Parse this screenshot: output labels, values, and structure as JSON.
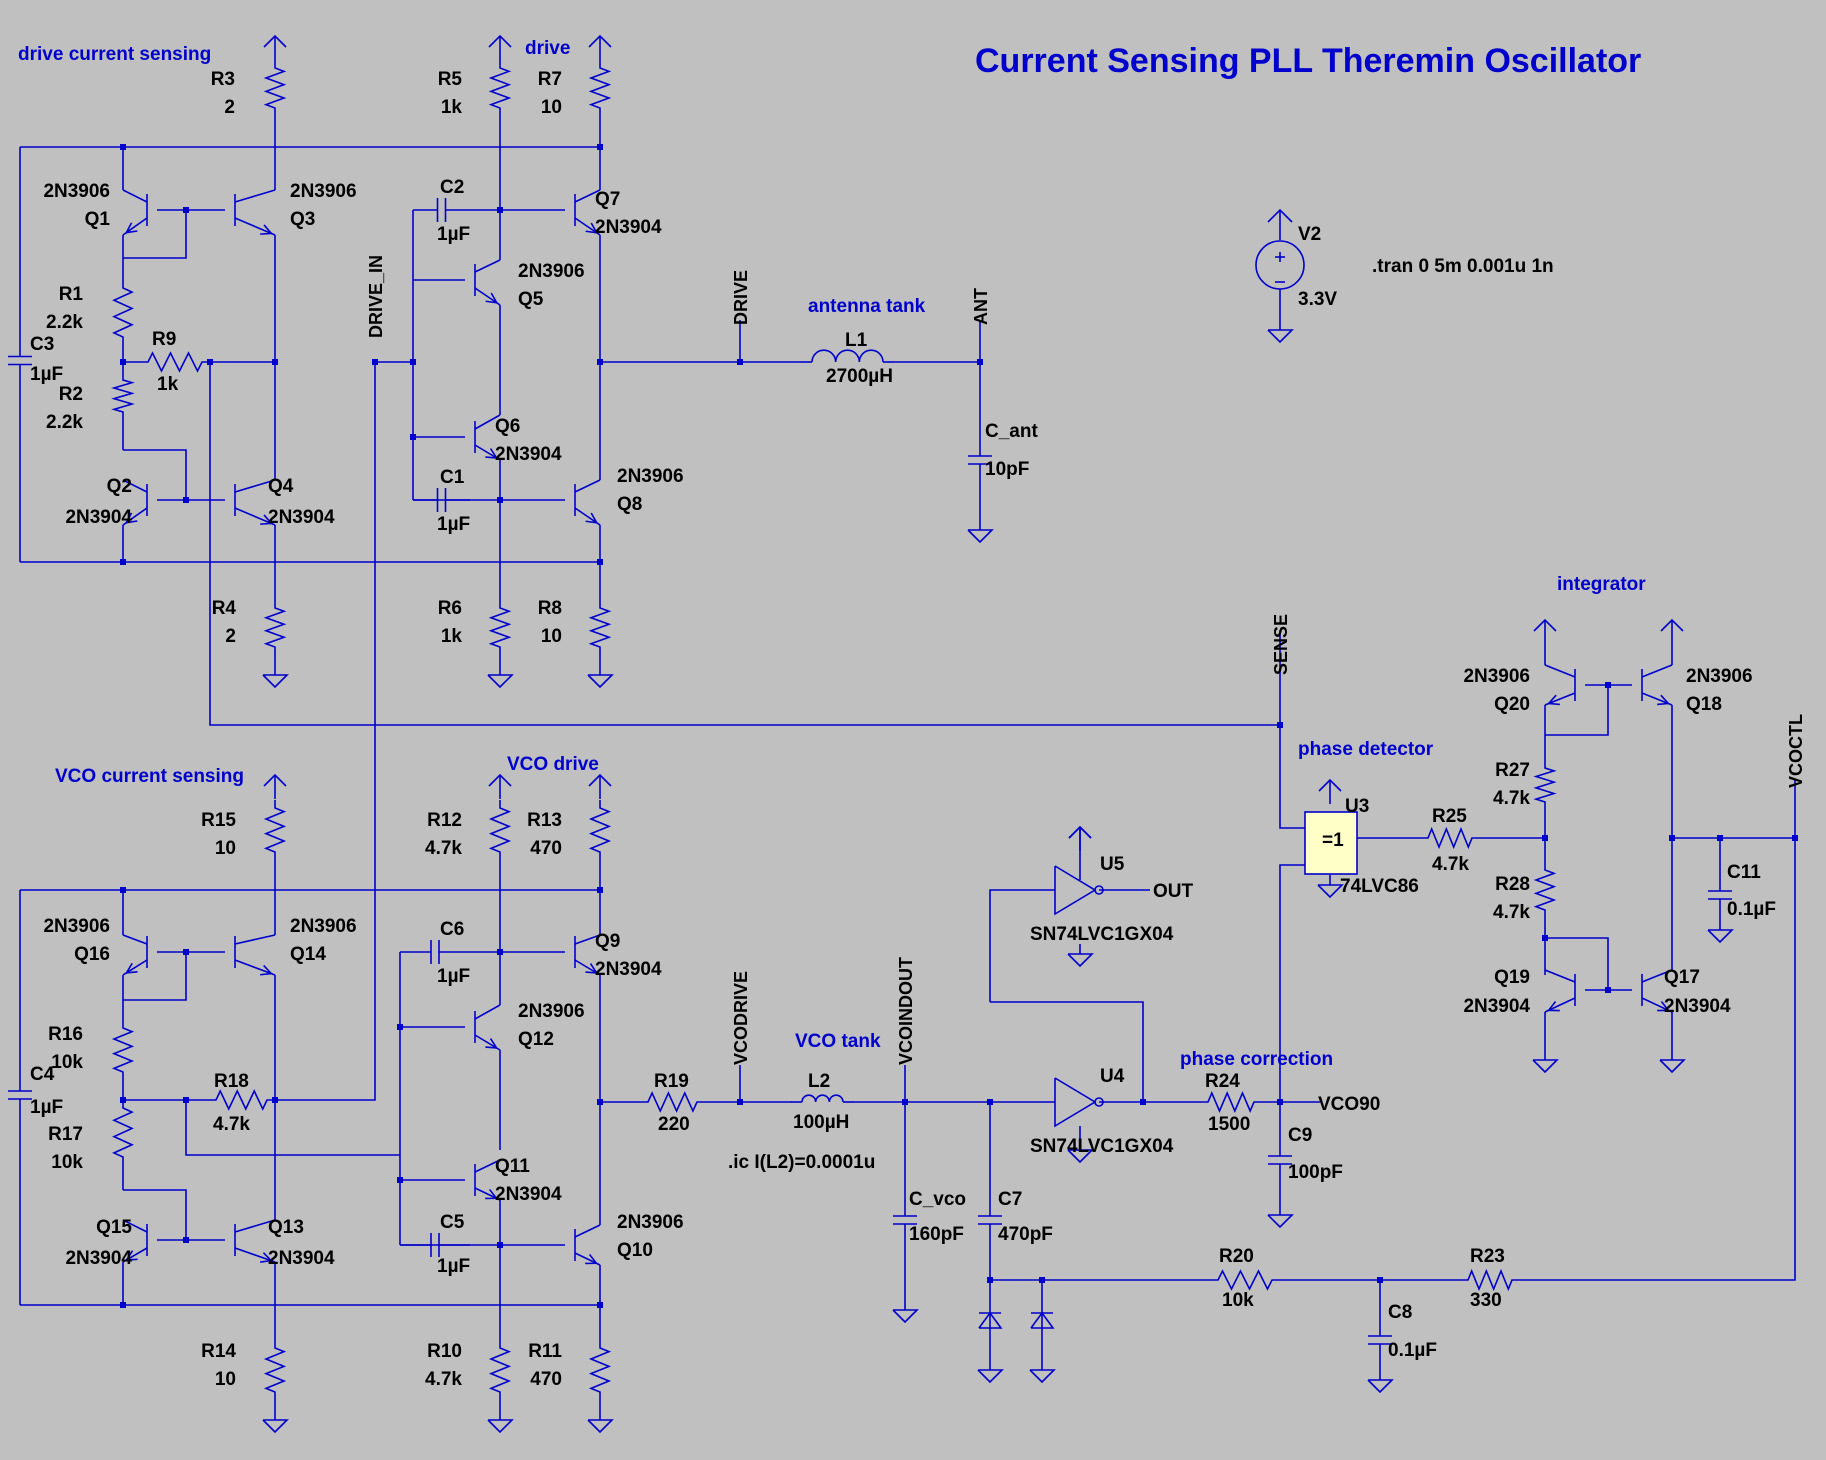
{
  "title": "Current Sensing PLL Theremin Oscillator",
  "comments": {
    "drive_current_sensing": "drive current sensing",
    "drive": "drive",
    "antenna_tank": "antenna tank",
    "vco_current_sensing": "VCO current sensing",
    "vco_drive": "VCO drive",
    "vco_tank": "VCO tank",
    "phase_detector": "phase detector",
    "phase_correction": "phase correction",
    "integrator": "integrator"
  },
  "directives": {
    "tran": ".tran 0 5m 0.001u 1n",
    "ic": ".ic I(L2)=0.0001u"
  },
  "nets": {
    "drive_in": "DRIVE_IN",
    "drive": "DRIVE",
    "ant": "ANT",
    "sense": "SENSE",
    "vcodrive": "VCODRIVE",
    "vcoindout": "VCOINDOUT",
    "vcoctl": "VCOCTL",
    "vco90": "VCO90",
    "out": "OUT"
  },
  "components": {
    "R1": {
      "name": "R1",
      "value": "2.2k"
    },
    "R2": {
      "name": "R2",
      "value": "2.2k"
    },
    "R3": {
      "name": "R3",
      "value": "2"
    },
    "R4": {
      "name": "R4",
      "value": "2"
    },
    "R5": {
      "name": "R5",
      "value": "1k"
    },
    "R6": {
      "name": "R6",
      "value": "1k"
    },
    "R7": {
      "name": "R7",
      "value": "10"
    },
    "R8": {
      "name": "R8",
      "value": "10"
    },
    "R9": {
      "name": "R9",
      "value": "1k"
    },
    "R10": {
      "name": "R10",
      "value": "4.7k"
    },
    "R11": {
      "name": "R11",
      "value": "470"
    },
    "R12": {
      "name": "R12",
      "value": "4.7k"
    },
    "R13": {
      "name": "R13",
      "value": "470"
    },
    "R14": {
      "name": "R14",
      "value": "10"
    },
    "R15": {
      "name": "R15",
      "value": "10"
    },
    "R16": {
      "name": "R16",
      "value": "10k"
    },
    "R17": {
      "name": "R17",
      "value": "10k"
    },
    "R18": {
      "name": "R18",
      "value": "4.7k"
    },
    "R19": {
      "name": "R19",
      "value": "220"
    },
    "R20": {
      "name": "R20",
      "value": "10k"
    },
    "R23": {
      "name": "R23",
      "value": "330"
    },
    "R24": {
      "name": "R24",
      "value": "1500"
    },
    "R25": {
      "name": "R25",
      "value": "4.7k"
    },
    "R27": {
      "name": "R27",
      "value": "4.7k"
    },
    "R28": {
      "name": "R28",
      "value": "4.7k"
    },
    "C1": {
      "name": "C1",
      "value": "1µF"
    },
    "C2": {
      "name": "C2",
      "value": "1µF"
    },
    "C3": {
      "name": "C3",
      "value": "1µF"
    },
    "C4": {
      "name": "C4",
      "value": "1µF"
    },
    "C5": {
      "name": "C5",
      "value": "1µF"
    },
    "C6": {
      "name": "C6",
      "value": "1µF"
    },
    "C7": {
      "name": "C7",
      "value": "470pF"
    },
    "C8": {
      "name": "C8",
      "value": "0.1µF"
    },
    "C9": {
      "name": "C9",
      "value": "100pF"
    },
    "C11": {
      "name": "C11",
      "value": "0.1µF"
    },
    "C_ant": {
      "name": "C_ant",
      "value": "10pF"
    },
    "C_vco": {
      "name": "C_vco",
      "value": "160pF"
    },
    "L1": {
      "name": "L1",
      "value": "2700µH"
    },
    "L2": {
      "name": "L2",
      "value": "100µH"
    },
    "Q1": {
      "name": "Q1",
      "model": "2N3906"
    },
    "Q2": {
      "name": "Q2",
      "model": "2N3904"
    },
    "Q3": {
      "name": "Q3",
      "model": "2N3906"
    },
    "Q4": {
      "name": "Q4",
      "model": "2N3904"
    },
    "Q5": {
      "name": "Q5",
      "model": "2N3906"
    },
    "Q6": {
      "name": "Q6",
      "model": "2N3904"
    },
    "Q7": {
      "name": "Q7",
      "model": "2N3904"
    },
    "Q8": {
      "name": "Q8",
      "model": "2N3906"
    },
    "Q9": {
      "name": "Q9",
      "model": "2N3904"
    },
    "Q10": {
      "name": "Q10",
      "model": "2N3906"
    },
    "Q11": {
      "name": "Q11",
      "model": "2N3904"
    },
    "Q12": {
      "name": "Q12",
      "model": "2N3906"
    },
    "Q13": {
      "name": "Q13",
      "model": "2N3904"
    },
    "Q14": {
      "name": "Q14",
      "model": "2N3906"
    },
    "Q15": {
      "name": "Q15",
      "model": "2N3904"
    },
    "Q16": {
      "name": "Q16",
      "model": "2N3906"
    },
    "Q17": {
      "name": "Q17",
      "model": "2N3904"
    },
    "Q18": {
      "name": "Q18",
      "model": "2N3906"
    },
    "Q19": {
      "name": "Q19",
      "model": "2N3904"
    },
    "Q20": {
      "name": "Q20",
      "model": "2N3906"
    },
    "U3": {
      "name": "U3",
      "model": "74LVC86",
      "symbol": "=1"
    },
    "U4": {
      "name": "U4",
      "model": "SN74LVC1GX04"
    },
    "U5": {
      "name": "U5",
      "model": "SN74LVC1GX04"
    },
    "V2": {
      "name": "V2",
      "value": "3.3V"
    }
  }
}
